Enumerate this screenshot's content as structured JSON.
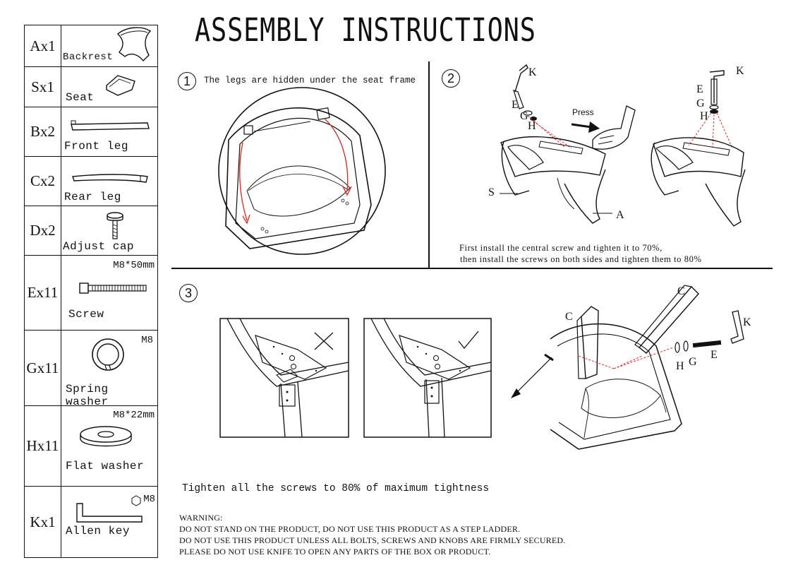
{
  "title": "ASSEMBLY INSTRUCTIONS",
  "parts": [
    {
      "code": "Ax1",
      "name": "Backrest",
      "spec": "",
      "icon": "backrest-icon"
    },
    {
      "code": "Sx1",
      "name": "Seat",
      "spec": "",
      "icon": "seat-icon"
    },
    {
      "code": "Bx2",
      "name": "Front leg",
      "spec": "",
      "icon": "front-leg-icon"
    },
    {
      "code": "Cx2",
      "name": "Rear leg",
      "spec": "",
      "icon": "rear-leg-icon"
    },
    {
      "code": "Dx2",
      "name": "Adjust cap",
      "spec": "",
      "icon": "adjust-cap-icon"
    },
    {
      "code": "Ex11",
      "name": "Screw",
      "spec": "M8*50mm",
      "icon": "screw-icon"
    },
    {
      "code": "Gx11",
      "name": "Spring washer",
      "spec": "M8",
      "icon": "spring-washer-icon"
    },
    {
      "code": "Hx11",
      "name": "Flat washer",
      "spec": "M8*22mm",
      "icon": "flat-washer-icon"
    },
    {
      "code": "Kx1",
      "name": "Allen key",
      "spec": "M8",
      "icon": "allen-key-icon"
    }
  ],
  "step1": {
    "number": "1",
    "note": "The legs are hidden under the seat frame"
  },
  "step2": {
    "number": "2",
    "press_label": "Press",
    "labels": {
      "k": "K",
      "e": "E",
      "g": "G",
      "h": "H",
      "s": "S",
      "a": "A"
    },
    "note_line1": "First install the central screw and tighten it to 70%,",
    "note_line2": "then install the screws on both sides and tighten them to 80%"
  },
  "step3": {
    "number": "3",
    "labels": {
      "c": "C",
      "k": "K",
      "h": "H",
      "g": "G",
      "e": "E"
    },
    "note": "Tighten all the screws to 80% of maximum tightness"
  },
  "warning": [
    "WARNING:",
    "DO NOT STAND ON THE PRODUCT, DO NOT USE THIS PRODUCT AS A STEP LADDER.",
    "DO NOT USE THIS PRODUCT UNLESS ALL BOLTS, SCREWS AND KNOBS ARE FIRMLY SECURED.",
    "PLEASE DO NOT USE KNIFE TO OPEN ANY PARTS OF THE BOX OR PRODUCT."
  ],
  "colors": {
    "ink": "#111111",
    "accent": "#d9302a"
  }
}
